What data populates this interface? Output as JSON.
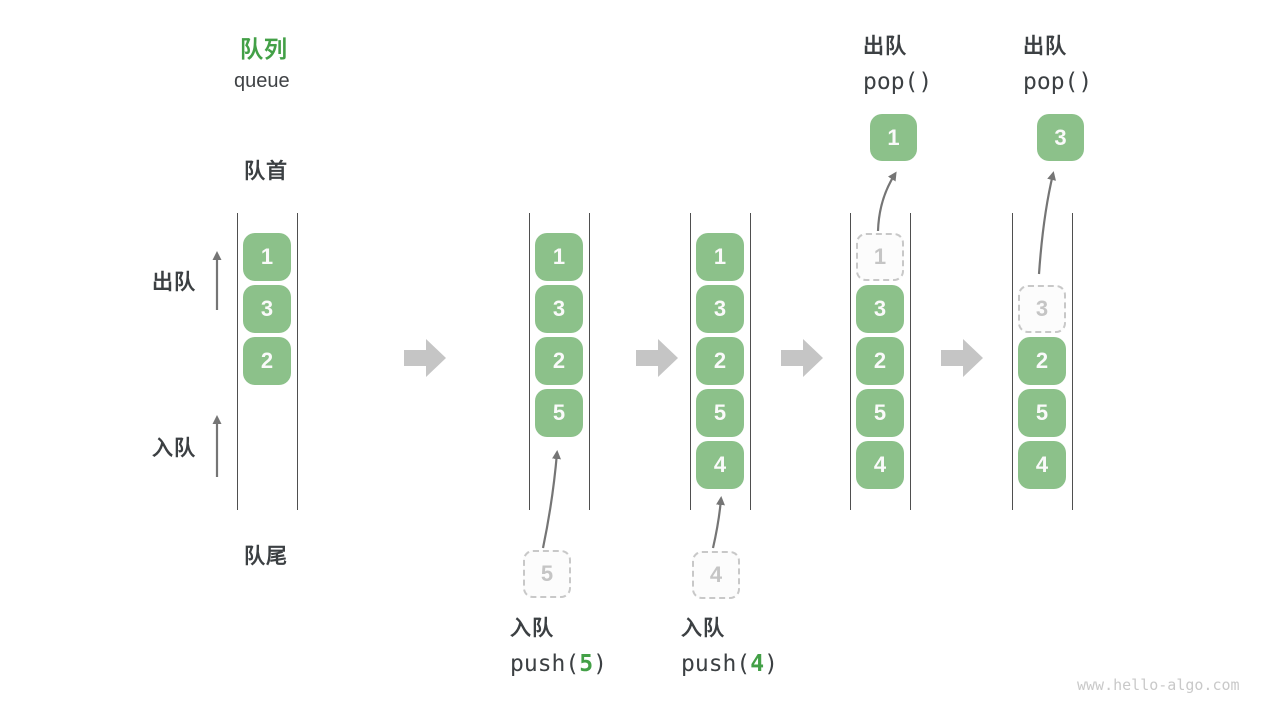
{
  "title": {
    "zh": "队列",
    "en": "queue"
  },
  "side_labels": {
    "front": "队首",
    "rear": "队尾",
    "dequeue": "出队",
    "enqueue": "入队"
  },
  "states": {
    "s1": [
      "1",
      "3",
      "2"
    ],
    "s2": [
      "1",
      "3",
      "2",
      "5"
    ],
    "s3": [
      "1",
      "3",
      "2",
      "5",
      "4"
    ],
    "s4": {
      "dashed": "1",
      "cells": [
        "3",
        "2",
        "5",
        "4"
      ]
    },
    "s5": {
      "dashed": "3",
      "cells": [
        "2",
        "5",
        "4"
      ]
    }
  },
  "ops": {
    "push5": {
      "label": "入队",
      "fn": "push(",
      "arg": "5",
      "close": ")"
    },
    "push4": {
      "label": "入队",
      "fn": "push(",
      "arg": "4",
      "close": ")"
    },
    "pop1": {
      "label": "出队",
      "code": "pop()",
      "value": "1"
    },
    "pop2": {
      "label": "出队",
      "code": "pop()",
      "value": "3"
    }
  },
  "watermark": "www.hello-algo.com",
  "colors": {
    "box_green": "#8CC18A",
    "accent_green": "#43A047",
    "text_dark": "#3C4043",
    "thin_arrow": "#757575",
    "block_arrow": "#C5C5C5",
    "dashed_gray": "#C8C8C8"
  }
}
